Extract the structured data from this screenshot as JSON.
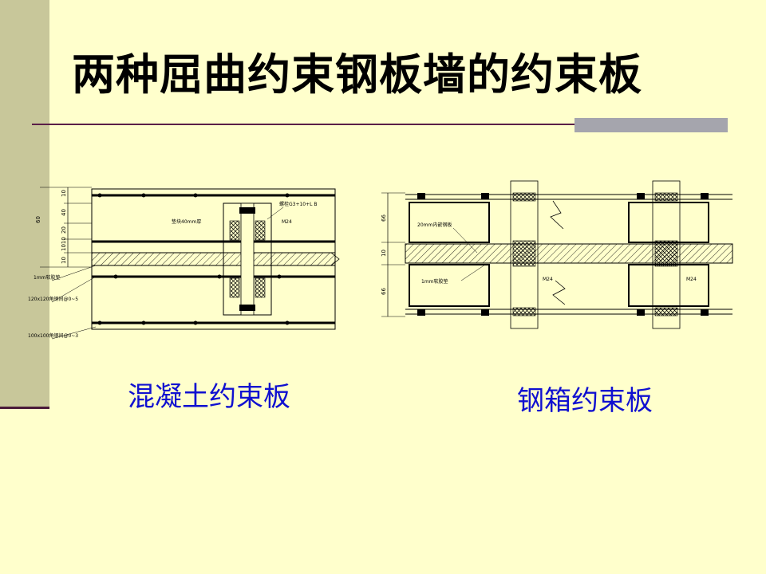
{
  "title": "两种屈曲约束钢板墙的约束板",
  "concrete": {
    "caption": "混凝土约束板",
    "labels": {
      "bolt_spec": "螺栓G3+10+L B",
      "shim": "垫块40mm厚",
      "m24": "M24",
      "rubber": "1mm软胶垫",
      "angle1": "120x120角钢间@0~5",
      "angle2": "100x100角钢间@0~3"
    },
    "dims": [
      "10",
      "40",
      "20",
      "1010",
      "10",
      "60"
    ]
  },
  "steel_box": {
    "caption": "钢箱约束板",
    "labels": {
      "inner_plate": "20mm内嵌钢板",
      "rubber": "1mm软胶垫",
      "m24_left": "M24",
      "m24_right": "M24"
    },
    "dims": [
      "66",
      "10",
      "66"
    ]
  },
  "colors": {
    "background": "#ffffcc",
    "sidebar": "#c8c79a",
    "rule": "#5a1f48",
    "caption": "#1010d0"
  }
}
